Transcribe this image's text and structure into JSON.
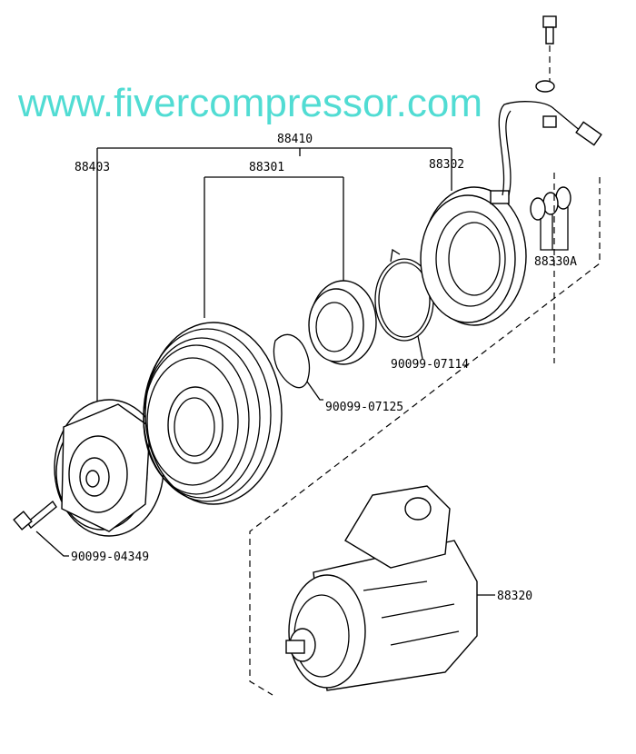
{
  "diagram": {
    "title": "A/C compressor magnetic clutch exploded view",
    "labels": {
      "clutch_assembly": "88410",
      "pressure_plate": "88403",
      "pulley": "88301",
      "stator_coil": "88302",
      "shim": "88330A",
      "snap_ring_outer": "90099-07114",
      "snap_ring_inner": "90099-07125",
      "bolt": "90099-04349",
      "compressor": "88320"
    },
    "watermark": "www.fivercompressor.com"
  }
}
